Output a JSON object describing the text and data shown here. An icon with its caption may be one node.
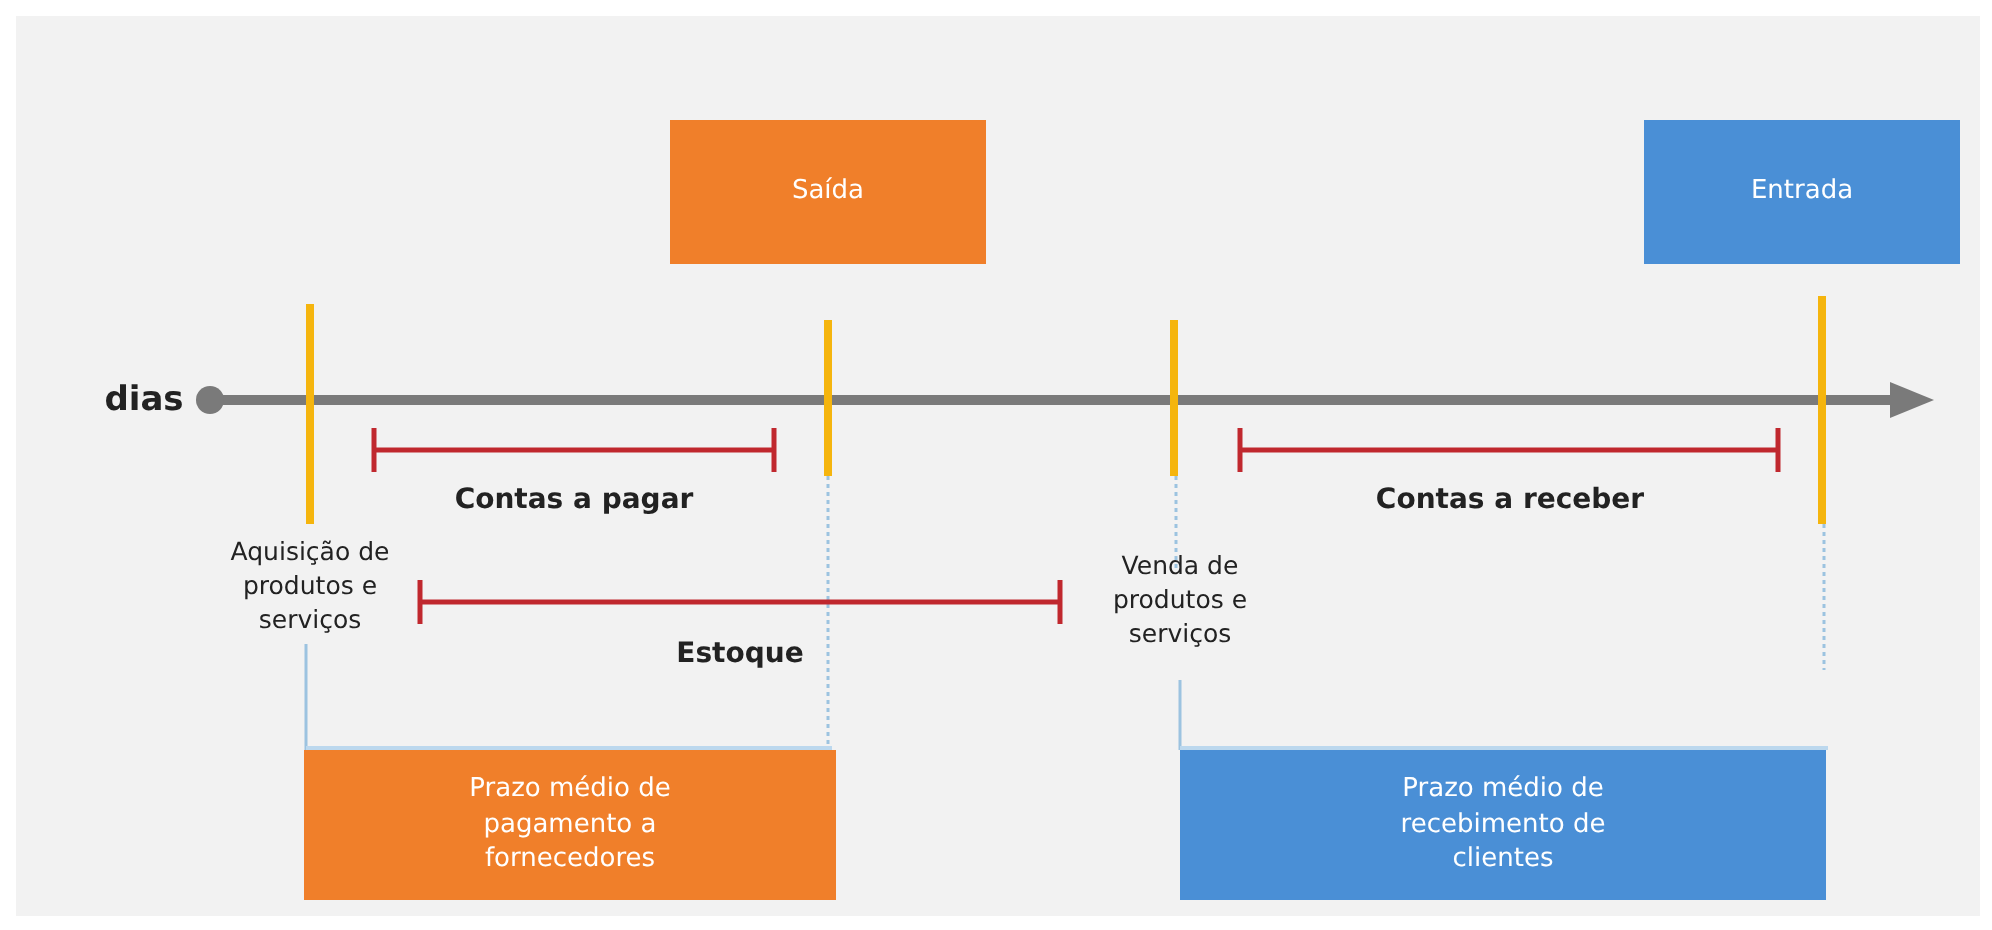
{
  "diagram": {
    "nodes": [
      {
        "text": [
          "Saída"
        ]
      },
      {
        "text": [
          "Entrada"
        ]
      },
      {
        "text": [
          "Prazo médio de pagamento a fornecedores"
        ]
      },
      {
        "text": [
          "Prazo médio de recebimento de clientes"
        ]
      }
    ],
    "labels": [
      "dias",
      "Contas a pagar",
      "Contas a receber",
      "Aquisição de produtos e serviços",
      "Venda de produtos e serviços",
      "Estoque"
    ]
  }
}
